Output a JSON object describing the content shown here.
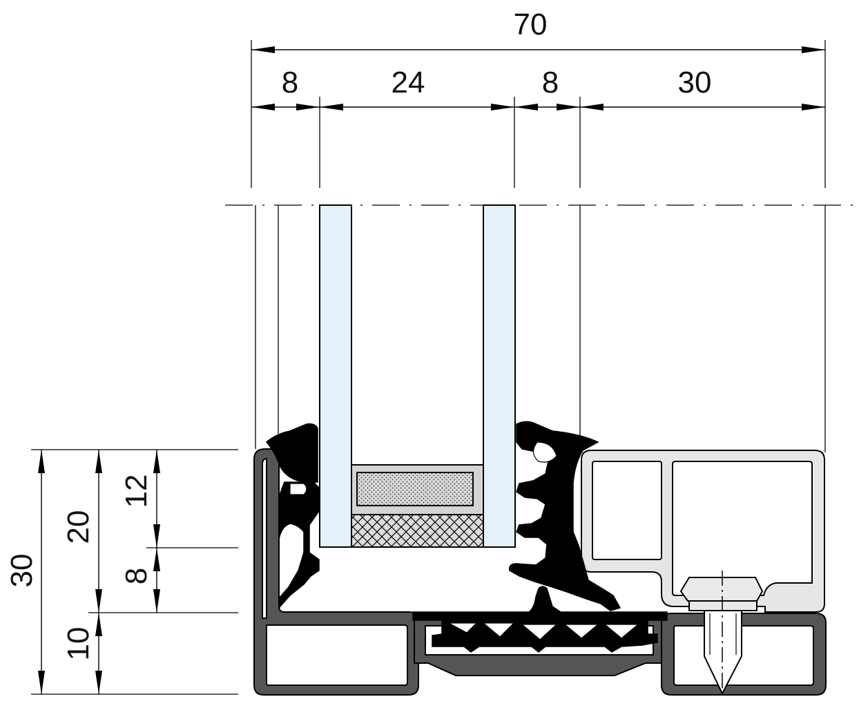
{
  "dimensions": {
    "top": {
      "overall": "70",
      "segments": [
        "8",
        "24",
        "8",
        "30"
      ]
    },
    "left": {
      "overall": "30",
      "mid": "20",
      "bottom": "10",
      "upper": "12",
      "lower": "8"
    }
  },
  "colors": {
    "glass_fill": "#e4f1fb",
    "frame_fill": "#555555",
    "bead_fill": "#e6e6e6",
    "gasket_fill": "#000000",
    "spacer_fill": "#d9d9d9",
    "centerline": "#000000"
  }
}
